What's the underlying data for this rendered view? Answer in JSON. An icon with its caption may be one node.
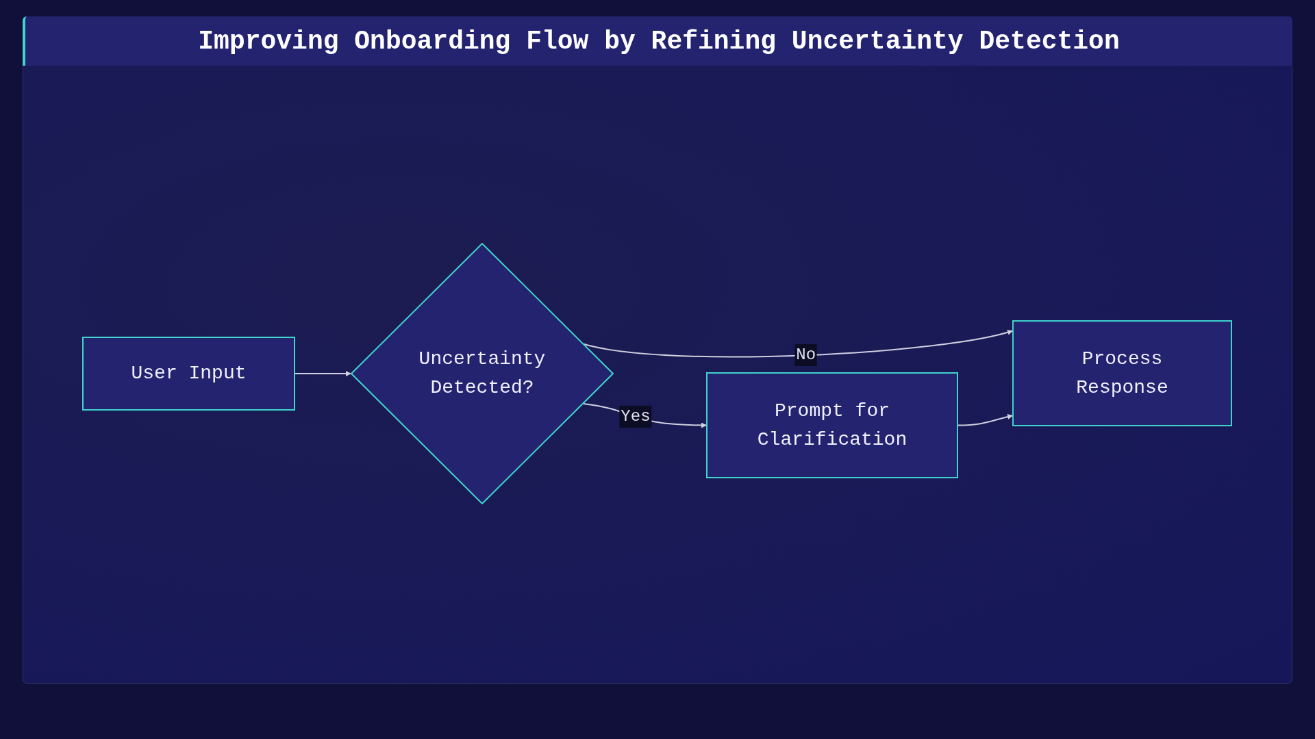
{
  "diagram": {
    "title": "Improving Onboarding Flow by Refining Uncertainty Detection",
    "nodes": [
      {
        "text": [
          "User Input"
        ]
      },
      {
        "text": [
          "Uncertainty Detected?"
        ]
      },
      {
        "text": [
          "Prompt for Clarification"
        ]
      },
      {
        "text": [
          "Process Response"
        ]
      }
    ],
    "edges": [
      {
        "from": 0,
        "to": 1,
        "arrow": "to"
      },
      {
        "from": 1,
        "to": 3,
        "arrow": "to",
        "label": "No"
      },
      {
        "from": 1,
        "to": 2,
        "arrow": "to",
        "label": "Yes"
      },
      {
        "from": 2,
        "to": 3,
        "arrow": "to"
      }
    ]
  }
}
